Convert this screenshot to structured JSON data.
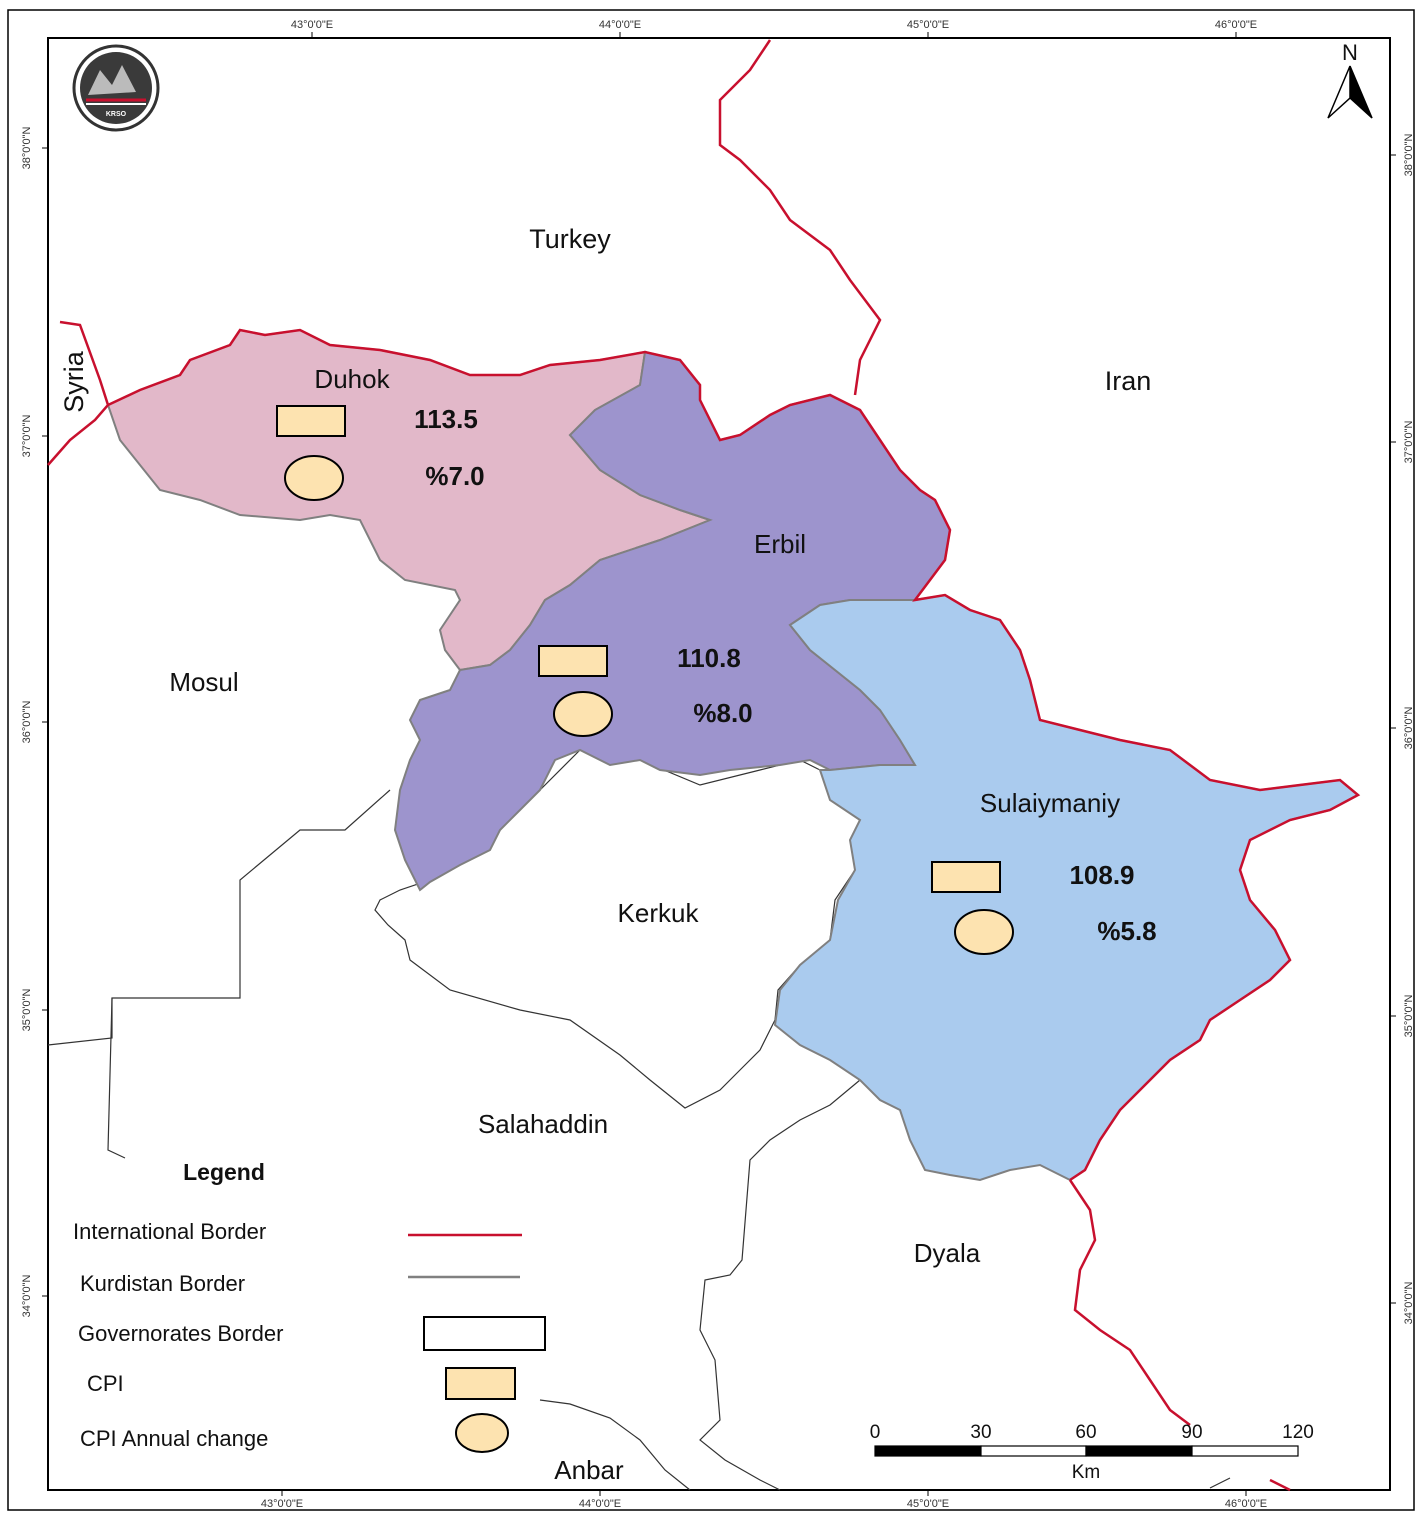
{
  "graticule": {
    "lon_top": [
      "43°0'0\"E",
      "44°0'0\"E",
      "45°0'0\"E",
      "46°0'0\"E"
    ],
    "lon_bottom": [
      "43°0'0\"E",
      "44°0'0\"E",
      "45°0'0\"E",
      "46°0'0\"E"
    ],
    "lat_left": [
      "38°0'0\"N",
      "37°0'0\"N",
      "36°0'0\"N",
      "35°0'0\"N",
      "34°0'0\"N"
    ],
    "lat_right": [
      "38°0'0\"N",
      "37°0'0\"N",
      "36°0'0\"N",
      "35°0'0\"N",
      "34°0'0\"N"
    ]
  },
  "countries": {
    "turkey": "Turkey",
    "iran": "Iran",
    "syria": "Syria"
  },
  "governorates": {
    "duhok": {
      "name": "Duhok",
      "cpi": "113.5",
      "annual_change": "%7.0",
      "fill": "#e2b8c9"
    },
    "erbil": {
      "name": "Erbil",
      "cpi": "110.8",
      "annual_change": "%8.0",
      "fill": "#9d94cd"
    },
    "sulaymaniyah": {
      "name": "Sulaiymaniy",
      "cpi": "108.9",
      "annual_change": "%5.8",
      "fill": "#aacbee"
    },
    "mosul": "Mosul",
    "kerkuk": "Kerkuk",
    "salahaddin": "Salahaddin",
    "dyala": "Dyala",
    "anbar": "Anbar"
  },
  "legend": {
    "title": "Legend",
    "international_border": "International Border",
    "kurdistan_border": "Kurdistan Border",
    "governorates_border": "Governorates Border",
    "cpi": "CPI",
    "cpi_annual_change": "CPI Annual change"
  },
  "colors": {
    "international_border": "#c8102e",
    "kurdistan_border": "#808080",
    "symbol_fill": "#fde3b0"
  },
  "scale_bar": {
    "ticks": [
      "0",
      "30",
      "60",
      "90",
      "120"
    ],
    "unit": "Km"
  },
  "north_arrow": {
    "label": "N"
  },
  "logo": {
    "text": "KRSO",
    "icon": "krso-logo-icon"
  }
}
